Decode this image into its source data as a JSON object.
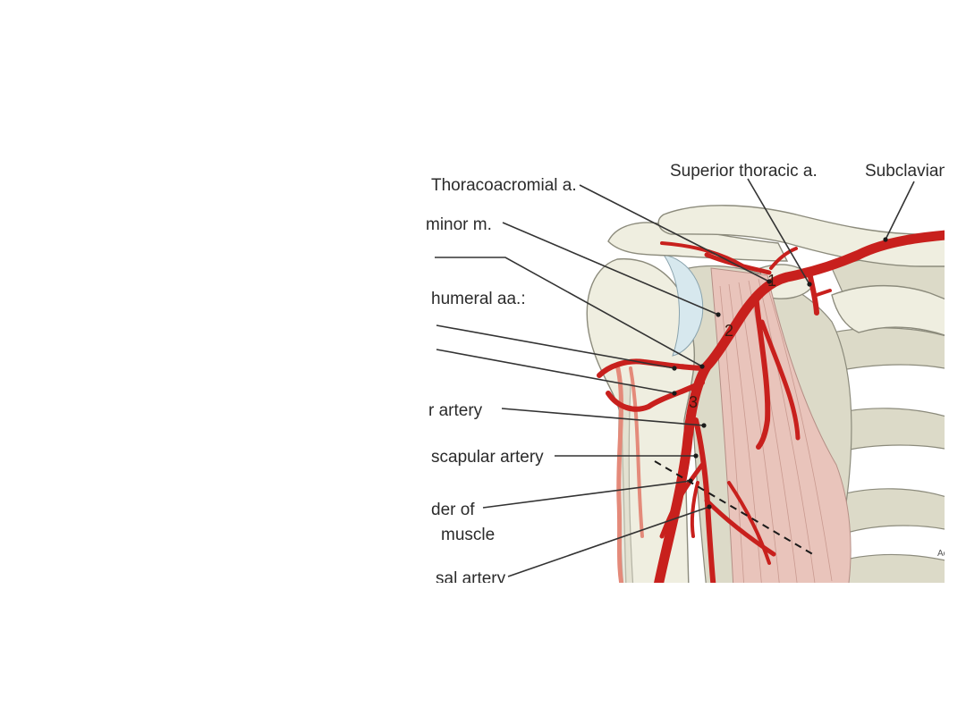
{
  "figure": {
    "labels": {
      "superior_thoracic": "Superior thoracic a.",
      "subclavian": "Subclavian a.",
      "thoracoacromial": "Thoracoacromial a.",
      "pectoralis_minor": "minor m.",
      "circumflex_humeral": "humeral aa.:",
      "subscapular_artery": "r artery",
      "circumflex_scapular": "scapular artery",
      "lower_border_line1": "der of",
      "lower_border_line2": "muscle",
      "thoracodorsal": "sal artery",
      "acromion_fragment": "Acrom"
    },
    "part_numbers": [
      "1",
      "2",
      "3"
    ]
  }
}
